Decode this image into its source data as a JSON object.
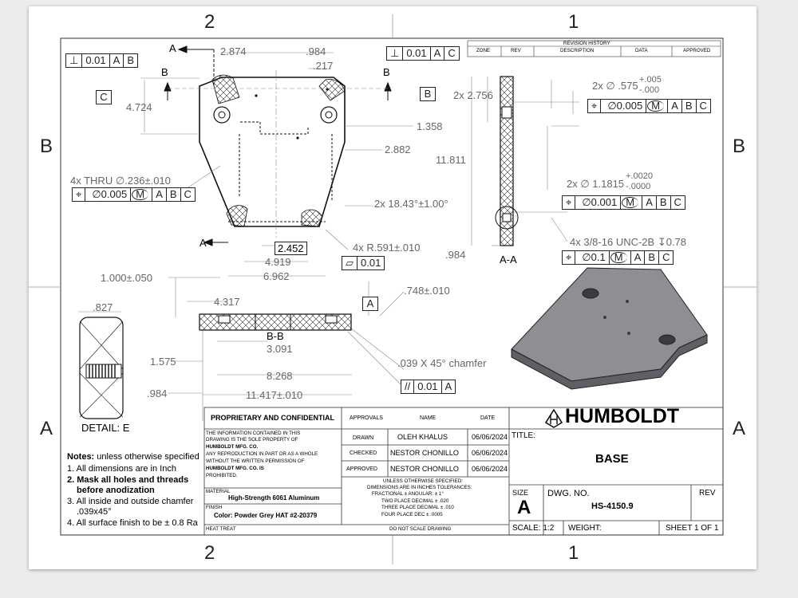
{
  "zones": {
    "top_left": "2",
    "top_right": "1",
    "bottom_left": "2",
    "bottom_right": "1",
    "left_upper": "B",
    "left_lower": "A",
    "right_upper": "B",
    "right_lower": "A"
  },
  "revision": {
    "title": "REVISION HISTORY",
    "headers": [
      "ZONE",
      "REV",
      "DESCRIPTION",
      "DATA",
      "APPROVED"
    ]
  },
  "dims": {
    "d2874": "2.874",
    "d984a": ".984",
    "d217": ".217",
    "d4724": "4.724",
    "d1358": "1.358",
    "d2882": "2.882",
    "d2756": "2x 2.756",
    "d11811": "11.811",
    "d984b": ".984",
    "hole_thru": "4x THRU ∅.236±.010",
    "angle": "2x 18.43°±1.00°",
    "d2452": "2.452",
    "radius": "4x R.591±.010",
    "d4919": "4.919",
    "d6962": "6.962",
    "hole575": "2x ∅ .575",
    "hole575_tol_up": "+.005",
    "hole575_tol_dn": "-.000",
    "hole1181": "2x ∅ 1.1815",
    "hole1181_tol_up": "+.0020",
    "hole1181_tol_dn": "-.0000",
    "thread": "4x 3/8-16 UNC-2B ↧0.78",
    "d1000": "1.000±.050",
    "d827": ".827",
    "d4317": "4.317",
    "d3091": "3.091",
    "d1575": "1.575",
    "d8268": "8.268",
    "d984c": ".984",
    "d11417": "11.417±.010",
    "d748": ".748±.010",
    "chamfer": ".039 X 45° chamfer"
  },
  "fcf": {
    "perp1": [
      "⊥",
      "0.01",
      "A",
      "B"
    ],
    "perp2": [
      "⊥",
      "0.01",
      "A",
      "C"
    ],
    "pos1": [
      "⌖",
      "∅0.005",
      "A",
      "B",
      "C"
    ],
    "pos2": [
      "⌖",
      "∅0.005",
      "A",
      "B",
      "C"
    ],
    "pos3": [
      "⌖",
      "∅0.001",
      "A",
      "B",
      "C"
    ],
    "pos4": [
      "⌖",
      "∅0.1",
      "A",
      "B",
      "C"
    ],
    "flat": [
      "▱",
      "0.01"
    ],
    "par": [
      "//",
      "0.01",
      "A"
    ],
    "mmc": "M"
  },
  "datums": {
    "c": "C",
    "b": "B",
    "a": "A"
  },
  "section_labels": {
    "a1": "A",
    "a2": "A",
    "b1": "B",
    "b2": "B",
    "aa": "A-A",
    "bb": "B-B",
    "detail": "DETAIL: E"
  },
  "notes": {
    "heading": "Notes:",
    "heading_rest": " unless otherwise specified",
    "items": [
      "1. All dimensions are in Inch",
      "2. Mask all holes and threads",
      "before anodization",
      "3. All inside and outside chamfer",
      ".039x45°",
      "4. All surface finish to be ± 0.8 Ra"
    ]
  },
  "titleblock": {
    "proprietary": "PROPRIETARY AND CONFIDENTIAL",
    "prop_text": [
      "THE INFORMATION CONTAINED IN THIS",
      "DRAWING IS THE SOLE PROPERTY OF",
      "HUMBOLDT MFG. CO.",
      "ANY REPRODUCTION IN PART OR AS A WHOLE",
      "WITHOUT THE WRITTEN PERMISSION OF",
      "HUMBOLDT MFG. CO. IS",
      "PROHIBITED."
    ],
    "material_label": "MATERIAL",
    "material": "High-Strength 6061 Aluminum",
    "finish_label": "FINISH",
    "finish": "Color: Powder Grey HAT #2-20379",
    "heat_treat": "HEAT TREAT",
    "approvals": "APPROVALS",
    "name": "NAME",
    "date": "DATE",
    "rows": [
      {
        "role": "DRAWN",
        "name": "OLEH KHALUS",
        "date": "06/06/2024"
      },
      {
        "role": "CHECKED",
        "name": "NESTOR CHONILLO",
        "date": "06/06/2024"
      },
      {
        "role": "APPROVED",
        "name": "NESTOR CHONILLO",
        "date": "06/06/2024"
      }
    ],
    "tolerances": [
      "UNLESS OTHERWISE SPECIFIED:",
      "DIMENSIONS ARE IN INCHES TOLERANCES:",
      "FRACTIONAL ±      ANGULAR: ± 1°",
      "TWO PLACE DECIMAL   ± .020",
      "THREE PLACE DECIMAL  ± .010",
      "FOUR PLACE DEC      ± .0005"
    ],
    "do_not_scale": "DO NOT SCALE DRAWING",
    "company": "HUMBOLDT",
    "title_label": "TITLE:",
    "title": "BASE",
    "size_label": "SIZE",
    "size": "A",
    "dwg_label": "DWG. NO.",
    "dwg": "HS-4150.9",
    "rev_label": "REV",
    "scale": "SCALE: 1:2",
    "weight": "WEIGHT:",
    "sheet": "SHEET 1 OF 1"
  }
}
